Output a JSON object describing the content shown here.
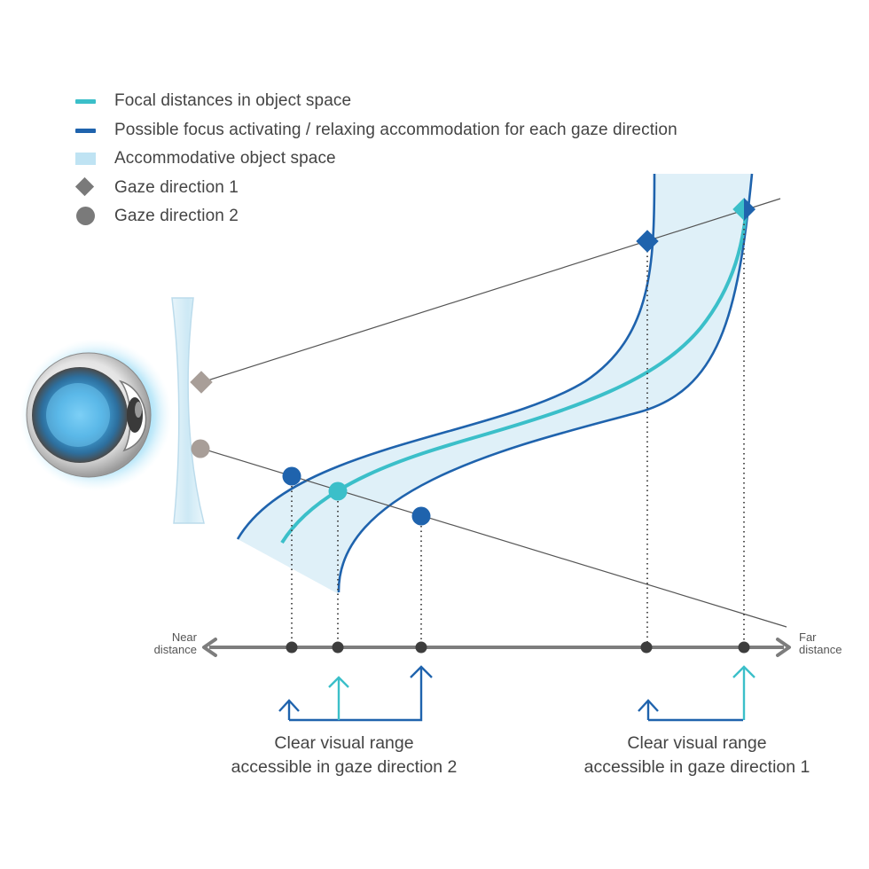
{
  "legend": {
    "items": [
      {
        "label": "Focal distances in object space",
        "symbol": "line",
        "color": "#3bbfc9"
      },
      {
        "label": "Possible focus activating / relaxing accommodation for each gaze direction",
        "symbol": "line",
        "color": "#1f63ad"
      },
      {
        "label": "Accommodative object space",
        "symbol": "rect",
        "color": "#bfe3f3"
      },
      {
        "label": "Gaze direction 1",
        "symbol": "diamond",
        "color": "#7a7a7a"
      },
      {
        "label": "Gaze direction 2",
        "symbol": "dot",
        "color": "#7a7a7a"
      }
    ]
  },
  "axis": {
    "near_label_1": "Near",
    "near_label_2": "distance",
    "far_label_1": "Far",
    "far_label_2": "distance"
  },
  "ranges": {
    "gaze2_line1": "Clear visual range",
    "gaze2_line2": "accessible in gaze direction 2",
    "gaze1_line1": "Clear visual range",
    "gaze1_line2": "accessible in gaze direction 1"
  },
  "colors": {
    "teal": "#3bbfc9",
    "blue": "#1f63ad",
    "band": "#dff0f8",
    "axis": "#7d7d7d",
    "gaze_marker": "#a89e98"
  }
}
